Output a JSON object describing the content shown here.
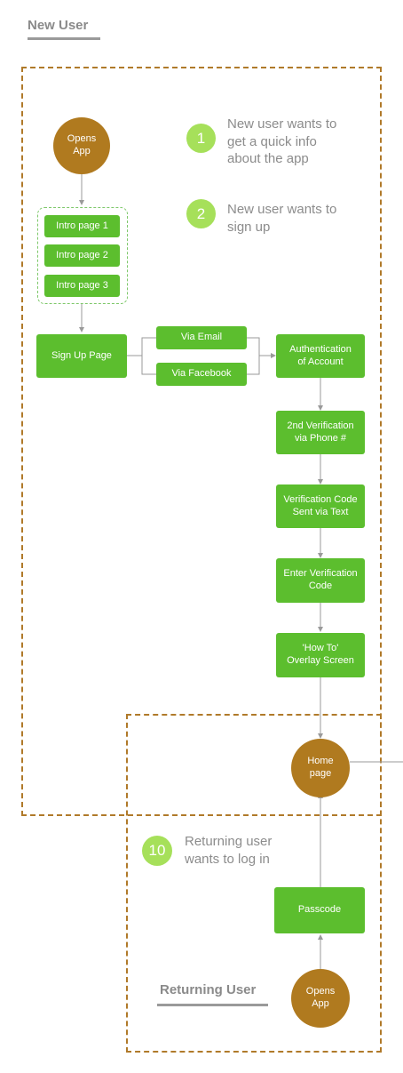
{
  "headings": {
    "new_user": "New User",
    "returning_user": "Returning User"
  },
  "nodes": {
    "opens_app_top": "Opens\nApp",
    "intro1": "Intro page 1",
    "intro2": "Intro page 2",
    "intro3": "Intro page 3",
    "signup": "Sign Up Page",
    "via_email": "Via Email",
    "via_facebook": "Via Facebook",
    "auth": "Authentication\nof Account",
    "second_verif": "2nd Verification\nvia Phone #",
    "verif_sent": "Verification Code\nSent via Text",
    "enter_verif": "Enter Verification\nCode",
    "howto": "'How To'\nOverlay Screen",
    "home": "Home\npage",
    "passcode": "Passcode",
    "opens_app_bottom": "Opens\nApp"
  },
  "notes": {
    "n1": {
      "num": "1",
      "text": "New user wants to\nget a quick info\nabout the app"
    },
    "n2": {
      "num": "2",
      "text": "New user wants to\nsign up"
    },
    "n10": {
      "num": "10",
      "text": "Returning user\nwants to log in"
    }
  },
  "colors": {
    "green": "#5cbe2e",
    "brown": "#b07a1f",
    "badge": "#a6e05a",
    "dash": "#b07a2a"
  }
}
